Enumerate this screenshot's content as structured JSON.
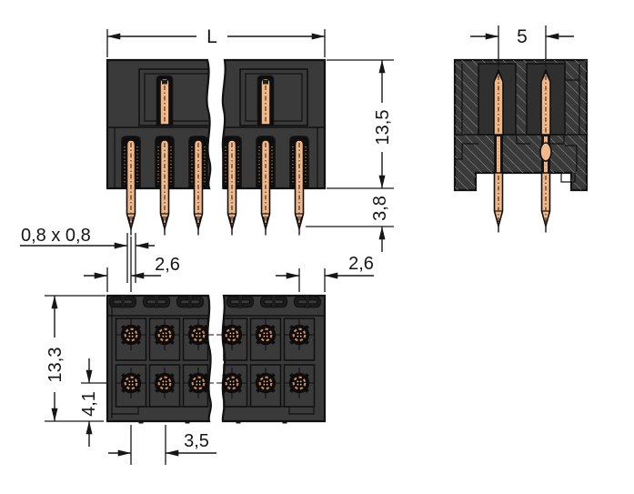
{
  "drawing": {
    "dimensions": {
      "length": "L",
      "row_spacing": "5",
      "height": "13,5",
      "pin_length": "3,8",
      "pin_cross_section": "0,8 x 0,8",
      "edge_to_first_pin": "2,6",
      "last_pin_to_edge": "2,6",
      "depth": "13,3",
      "row_to_bottom": "4,1",
      "pitch": "3,5"
    },
    "colors": {
      "background": "#ffffff",
      "housing": "#3a3a3a",
      "pin_copper": "#f0b98c",
      "pin_accent": "#cf8757",
      "line": "#111111"
    }
  }
}
